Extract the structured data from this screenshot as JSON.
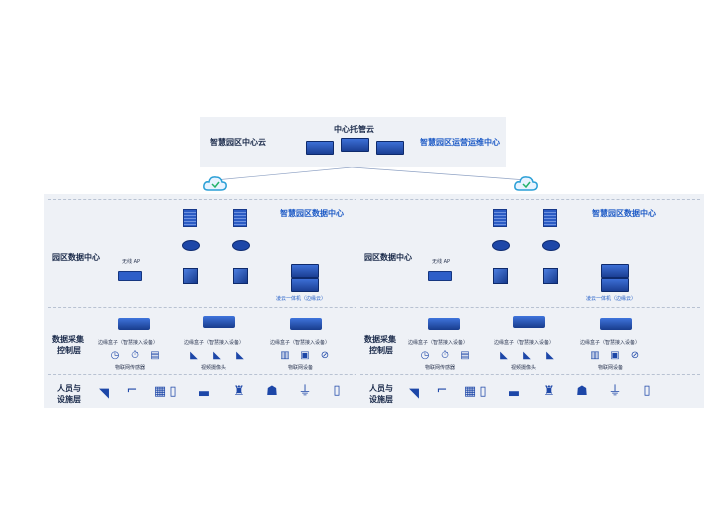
{
  "cloud": {
    "title": "中心托管云",
    "left_label": "智慧园区中心云",
    "right_label": "智慧园区运营运维中心"
  },
  "panels": [
    {
      "dc_badge": "智慧园区数据中心",
      "layer_dc": "园区数据中心",
      "ap_label": "无线 AP",
      "edge_cloud_label": "凌云一体机（边缘云）",
      "layer_collect_1": "数据采集",
      "layer_collect_2": "控制层",
      "boxes": [
        "边缘盒子（智慧接入设备）",
        "边缘盒子（智慧接入设备）",
        "边缘盒子（智慧接入设备）"
      ],
      "groups": [
        "物联网传感器",
        "视频摄像头",
        "物联网设备"
      ],
      "layer_facility_1": "人员与",
      "layer_facility_2": "设施层"
    },
    {
      "dc_badge": "智慧园区数据中心",
      "layer_dc": "园区数据中心",
      "ap_label": "无线 AP",
      "edge_cloud_label": "凌云一体机（边缘云）",
      "layer_collect_1": "数据采集",
      "layer_collect_2": "控制层",
      "boxes": [
        "边缘盒子（智慧接入设备）",
        "边缘盒子（智慧接入设备）",
        "边缘盒子（智慧接入设备）"
      ],
      "groups": [
        "物联网传感器",
        "视频摄像头",
        "物联网设备"
      ],
      "layer_facility_1": "人员与",
      "layer_facility_2": "设施层"
    }
  ],
  "sensor_icons": [
    "thermometer-icon",
    "timer-icon",
    "meter-icon",
    "camera-icon",
    "camera-icon",
    "camera-icon",
    "server-icon",
    "access-control-icon",
    "forbidden-icon"
  ],
  "facility_icons": [
    "cctv-icon",
    "shower-icon",
    "building-icon",
    "door-icon",
    "car-icon",
    "fire-hydrant-icon",
    "people-icon",
    "charging-plug-icon",
    "phone-icon"
  ],
  "colors": {
    "accent": "#1e5bc6",
    "panel_bg": "#eef1f6",
    "device": "#1d47a8"
  }
}
